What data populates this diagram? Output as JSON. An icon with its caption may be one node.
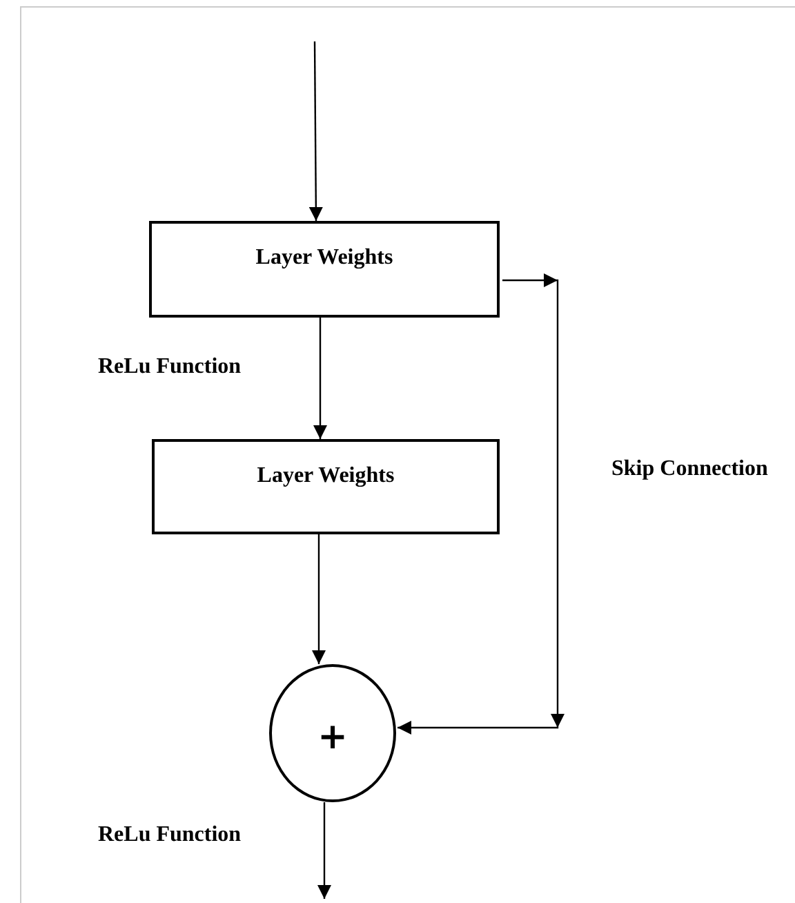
{
  "diagram": {
    "nodes": [
      {
        "text": [
          "Layer Weights"
        ]
      },
      {
        "text": [
          "Layer Weights"
        ]
      },
      {
        "text": [
          "+"
        ]
      }
    ],
    "edges": [
      {
        "from": null,
        "to": 0,
        "arrow": "to"
      },
      {
        "from": 0,
        "to": 1,
        "arrow": "to"
      },
      {
        "from": 1,
        "to": 2,
        "arrow": "to"
      },
      {
        "from": 2,
        "to": null,
        "arrow": "to"
      },
      {
        "from": 0,
        "to": 2,
        "arrow": "to",
        "label": "Skip Connection"
      }
    ],
    "labels": [
      "ReLu Function",
      "ReLu Function"
    ]
  }
}
